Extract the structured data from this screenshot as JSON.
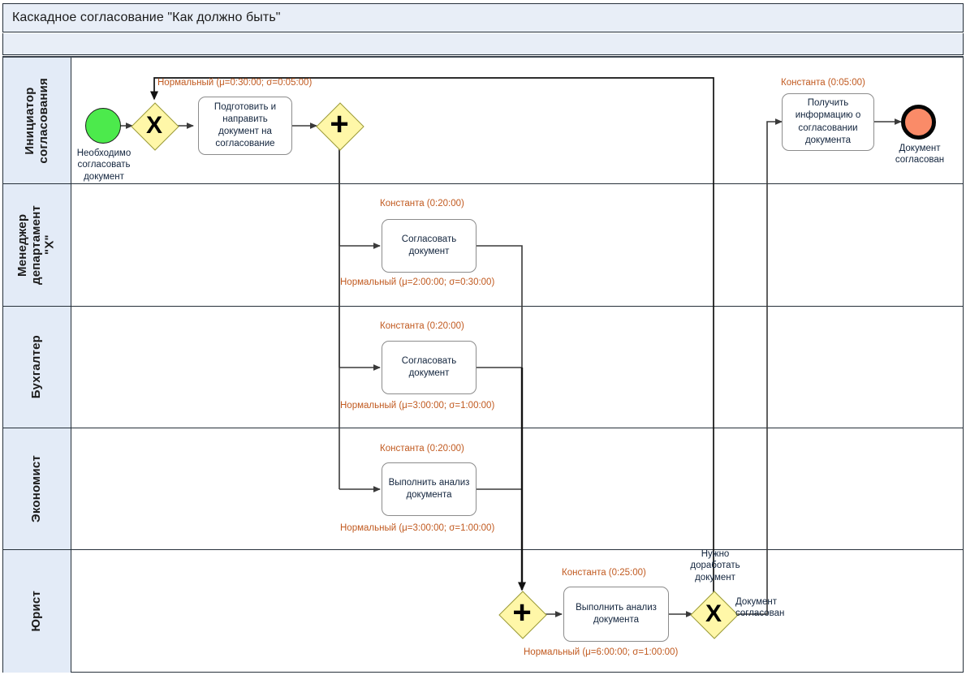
{
  "header": {
    "title": "Каскадное согласование \"Как должно быть\""
  },
  "pool": {
    "lanes": [
      {
        "id": "initiator",
        "label": "Инициатор\nсогласования"
      },
      {
        "id": "manager",
        "label": "Менеджер\nдепартамент\n\"X\""
      },
      {
        "id": "accountant",
        "label": "Бухгалтер"
      },
      {
        "id": "economist",
        "label": "Экономист"
      },
      {
        "id": "lawyer",
        "label": "Юрист"
      }
    ]
  },
  "nodes": {
    "start_event": {
      "label": "Необходимо\nсогласовать\nдокумент"
    },
    "gw_x_initiator": {
      "symbol": "X",
      "type": "exclusive"
    },
    "task_prepare": {
      "label": "Подготовить и\nнаправить\nдокумент на\nсогласование",
      "distribution": "Нормальный (μ=0:30:00; σ=0:05:00)"
    },
    "gw_plus_split": {
      "symbol": "+",
      "type": "parallel"
    },
    "task_manager": {
      "label": "Согласовать\nдокумент",
      "duration": "Константа (0:20:00)",
      "distribution": "Нормальный (μ=2:00:00; σ=0:30:00)"
    },
    "task_accountant": {
      "label": "Согласовать\nдокумент",
      "duration": "Константа (0:20:00)",
      "distribution": "Нормальный (μ=3:00:00; σ=1:00:00)"
    },
    "task_economist": {
      "label": "Выполнить\nанализ\nдокумента",
      "duration": "Константа (0:20:00)",
      "distribution": "Нормальный (μ=3:00:00; σ=1:00:00)"
    },
    "gw_plus_join": {
      "symbol": "+",
      "type": "parallel"
    },
    "task_lawyer": {
      "label": "Выполнить\nанализ\nдокумента",
      "duration": "Константа (0:25:00)",
      "distribution": "Нормальный (μ=6:00:00; σ=1:00:00)"
    },
    "gw_x_lawyer": {
      "symbol": "X",
      "type": "exclusive"
    },
    "task_receive": {
      "label": "Получить\nинформацию о\nсогласовании\nдокумента",
      "duration": "Константа (0:05:00)"
    },
    "end_event": {
      "label": "Документ\nсогласован"
    }
  },
  "flow_labels": {
    "rework": "Нужно\nдоработать\nдокумент",
    "approved": "Документ\nсогласован"
  },
  "colors": {
    "lane_header": "#e3ebf7",
    "title_bar": "#e8eef7",
    "gateway_fill": "#fff7a8",
    "start_fill": "#4cea4c",
    "end_fill": "#fa8b68",
    "distribution_text": "#c15a20",
    "node_text": "#12243d",
    "border": "#26303a"
  }
}
